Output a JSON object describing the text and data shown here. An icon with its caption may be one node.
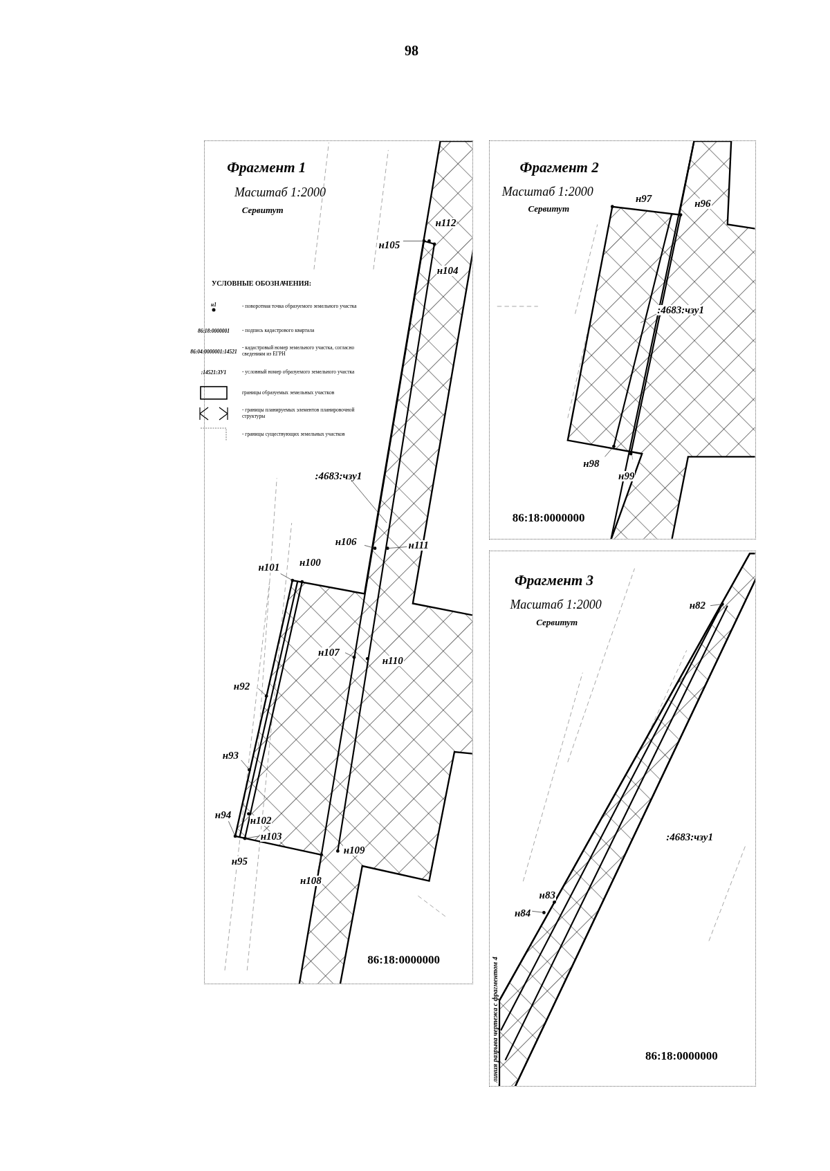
{
  "diagram": {
    "nodes": [
      {
        "text": [
          "Фрагмент 1",
          "Масштаб 1:2000",
          "Сервитут"
        ]
      },
      {
        "text": [
          "Фрагмент 2",
          "Масштаб 1:2000",
          "Сервитут"
        ]
      },
      {
        "text": [
          "Фрагмент 3",
          "Масштаб 1:2000",
          "Сервитут"
        ]
      }
    ],
    "edges": [],
    "labels": [
      "98",
      "УСЛОВНЫЕ ОБОЗНАЧЕНИЯ:",
      "н1",
      "86:18:0000001",
      "86:04:0000001:14521",
      ":14521:ЗУ1",
      "н112",
      "н105",
      "н104",
      ":4683:чзу1",
      "н106",
      "н111",
      "н101",
      "н100",
      "н107",
      "н110",
      "н92",
      "н93",
      "н94",
      "н102",
      "н103",
      "н95",
      "н109",
      "н108",
      "86:18:0000000",
      "н97",
      "н96",
      ":4683:чзу1",
      "н98",
      "н99",
      "86:18:0000000",
      "н82",
      ":4683:чзу1",
      "н83",
      "н84",
      "линия разрыва чертежа с фрагментом 4",
      "86:18:0000000"
    ],
    "legend": [
      {
        "text": "- поворотная точка образуемого земельного участка"
      },
      {
        "text": "- подпись кадастрового квартала"
      },
      {
        "text": "- кадастровый номер земельного участка, согласно сведениям из ЕГРН"
      },
      {
        "text": "- условный номер образуемого земельного участка"
      },
      {
        "text": "границы образуемых земельных участков"
      },
      {
        "text": "- границы планируемых элементов планировочной структуры"
      },
      {
        "text": "- границы существующих земельных участков"
      }
    ]
  }
}
